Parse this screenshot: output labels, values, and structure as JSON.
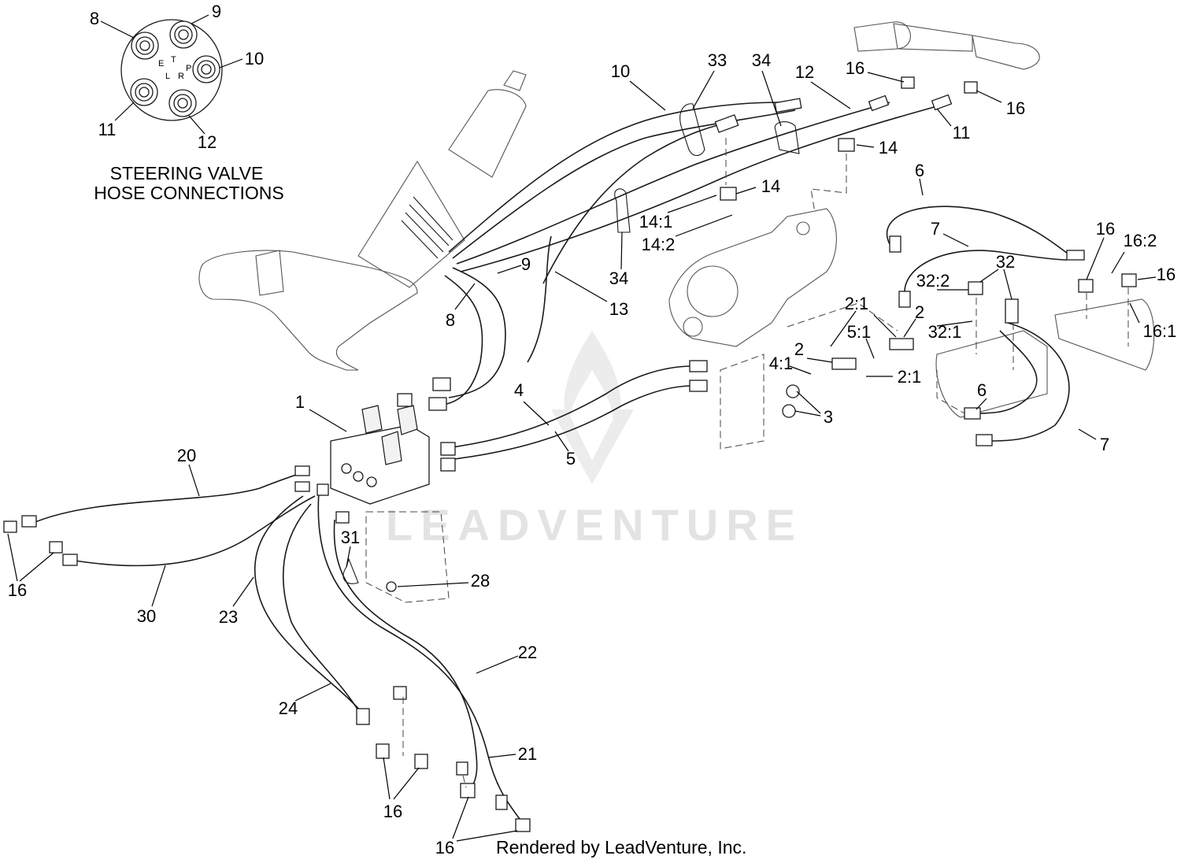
{
  "title": {
    "line1": "STEERING VALVE",
    "line2": "HOSE CONNECTIONS"
  },
  "port_letters": {
    "t": "T",
    "l": "L",
    "r": "R",
    "p": "P",
    "e": "E"
  },
  "watermark": "LEADVENTURE",
  "footer": "Rendered by LeadVenture, Inc.",
  "callouts": [
    {
      "id": "c-8-inset",
      "label": "8"
    },
    {
      "id": "c-9-inset",
      "label": "9"
    },
    {
      "id": "c-10-inset",
      "label": "10"
    },
    {
      "id": "c-11-inset",
      "label": "11"
    },
    {
      "id": "c-12-inset",
      "label": "12"
    },
    {
      "id": "c-10",
      "label": "10"
    },
    {
      "id": "c-33",
      "label": "33"
    },
    {
      "id": "c-34-top",
      "label": "34"
    },
    {
      "id": "c-12",
      "label": "12"
    },
    {
      "id": "c-16-top-a",
      "label": "16"
    },
    {
      "id": "c-16-top-b",
      "label": "16"
    },
    {
      "id": "c-11",
      "label": "11"
    },
    {
      "id": "c-14-a",
      "label": "14"
    },
    {
      "id": "c-14-b",
      "label": "14"
    },
    {
      "id": "c-14-1",
      "label": "14:1"
    },
    {
      "id": "c-14-2",
      "label": "14:2"
    },
    {
      "id": "c-6-top",
      "label": "6"
    },
    {
      "id": "c-7-top",
      "label": "7"
    },
    {
      "id": "c-16-right",
      "label": "16"
    },
    {
      "id": "c-16-2",
      "label": "16:2"
    },
    {
      "id": "c-16-far",
      "label": "16"
    },
    {
      "id": "c-16-1",
      "label": "16:1"
    },
    {
      "id": "c-32",
      "label": "32"
    },
    {
      "id": "c-32-2",
      "label": "32:2"
    },
    {
      "id": "c-32-1",
      "label": "32:1"
    },
    {
      "id": "c-2-1-top",
      "label": "2:1"
    },
    {
      "id": "c-2-right",
      "label": "2"
    },
    {
      "id": "c-5-1",
      "label": "5:1"
    },
    {
      "id": "c-2-left",
      "label": "2"
    },
    {
      "id": "c-4-1",
      "label": "4:1"
    },
    {
      "id": "c-2-1-low",
      "label": "2:1"
    },
    {
      "id": "c-3",
      "label": "3"
    },
    {
      "id": "c-6-low",
      "label": "6"
    },
    {
      "id": "c-7-low",
      "label": "7"
    },
    {
      "id": "c-34-mid",
      "label": "34"
    },
    {
      "id": "c-9",
      "label": "9"
    },
    {
      "id": "c-8",
      "label": "8"
    },
    {
      "id": "c-13",
      "label": "13"
    },
    {
      "id": "c-1",
      "label": "1"
    },
    {
      "id": "c-4",
      "label": "4"
    },
    {
      "id": "c-5",
      "label": "5"
    },
    {
      "id": "c-20",
      "label": "20"
    },
    {
      "id": "c-16-left",
      "label": "16"
    },
    {
      "id": "c-30",
      "label": "30"
    },
    {
      "id": "c-23",
      "label": "23"
    },
    {
      "id": "c-31",
      "label": "31"
    },
    {
      "id": "c-28",
      "label": "28"
    },
    {
      "id": "c-22",
      "label": "22"
    },
    {
      "id": "c-24",
      "label": "24"
    },
    {
      "id": "c-21",
      "label": "21"
    },
    {
      "id": "c-16-bottom-a",
      "label": "16"
    },
    {
      "id": "c-16-bottom-b",
      "label": "16"
    }
  ]
}
